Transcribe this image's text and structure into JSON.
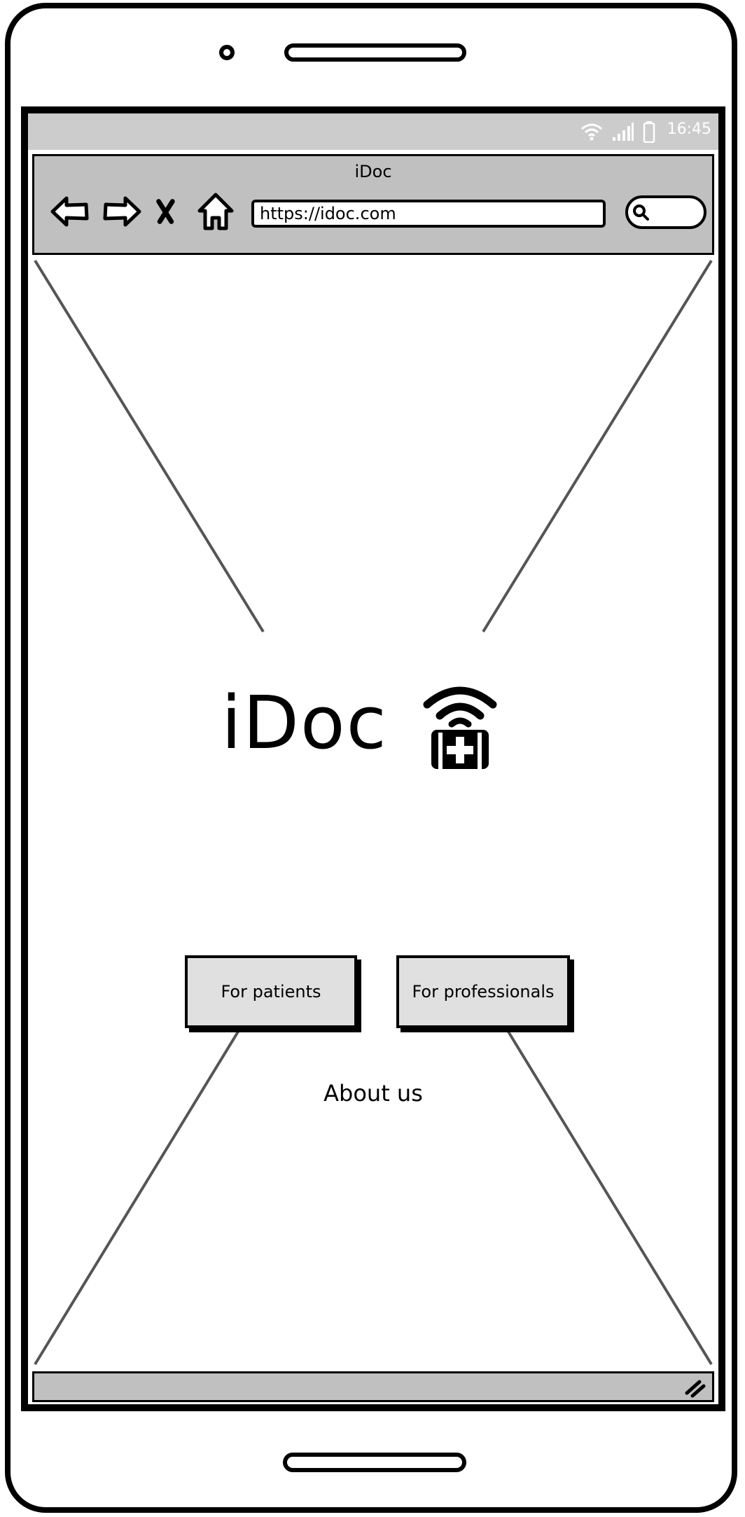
{
  "status_bar": {
    "time": "16:45"
  },
  "browser": {
    "title": "iDoc",
    "url": "https://idoc.com"
  },
  "main": {
    "logo_text": "iDoc",
    "buttons": {
      "patients": "For patients",
      "professionals": "For professionals"
    },
    "about_link": "About us"
  },
  "icons": {
    "back": "arrow-left-icon",
    "forward": "arrow-right-icon",
    "close": "close-icon",
    "home": "home-icon",
    "search": "search-icon",
    "logo": "medical-kit-wifi-icon",
    "wifi": "wifi-icon",
    "signal": "signal-icon",
    "battery": "battery-icon",
    "resize": "resize-grip-icon"
  },
  "colors": {
    "status_bar": "#cccccc",
    "browser_bar": "#c0c0c0",
    "button_fill": "#e0e0e0",
    "placeholder_line": "#555555"
  }
}
